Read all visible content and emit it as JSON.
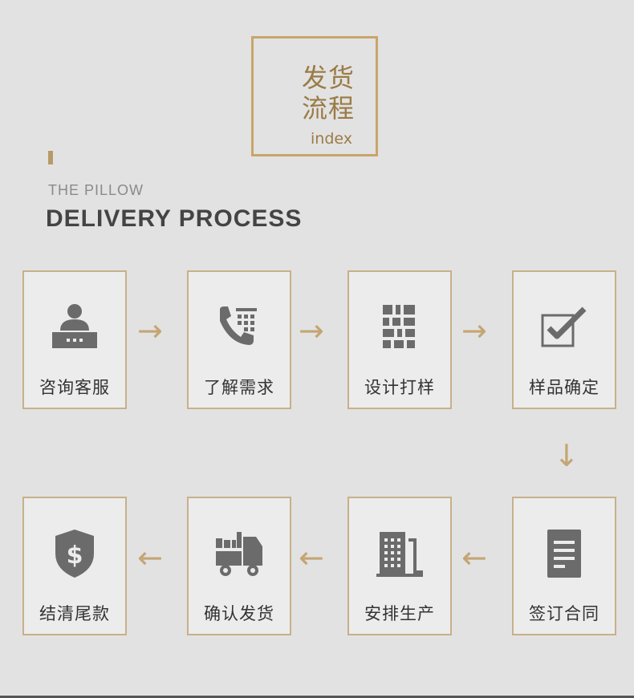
{
  "header": {
    "title_cn_line1": "发货",
    "title_cn_line2": "流程",
    "title_en": "index",
    "subtitle": "THE PILLOW",
    "heading": "DELIVERY PROCESS"
  },
  "steps": [
    {
      "label": "咨询客服",
      "icon": "customer-service-icon"
    },
    {
      "label": "了解需求",
      "icon": "phone-icon"
    },
    {
      "label": "设计打样",
      "icon": "design-grid-icon"
    },
    {
      "label": "样品确定",
      "icon": "checkbox-icon"
    },
    {
      "label": "签订合同",
      "icon": "document-icon"
    },
    {
      "label": "安排生产",
      "icon": "factory-building-icon"
    },
    {
      "label": "确认发货",
      "icon": "delivery-truck-icon"
    },
    {
      "label": "结清尾款",
      "icon": "dollar-shield-icon"
    }
  ],
  "arrows": {
    "right": "→",
    "down": "↓",
    "left": "←"
  },
  "colors": {
    "gold": "#c8a56b",
    "icon_gray": "#6b6b6b",
    "background": "#e2e2e2"
  }
}
